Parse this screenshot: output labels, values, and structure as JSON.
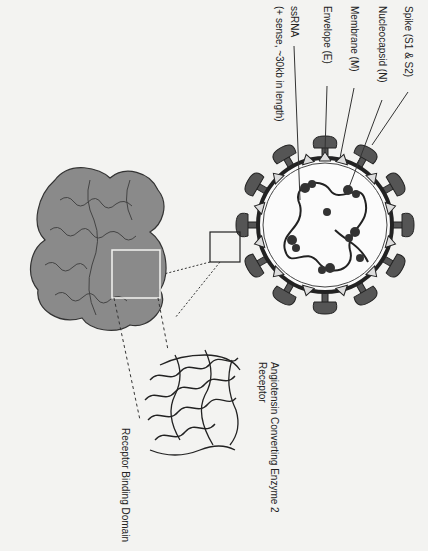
{
  "diagram": {
    "labels": [
      "Spike (S1 & S2)",
      "Nucleocapsid (N)",
      "Membrane (M)",
      "Envelope (E)",
      "ssRNA",
      "(+ sense, ~30kb in length)",
      "Receptor Binding Domain",
      "Angiotensin Converting Enzyme 2 Receptor"
    ]
  }
}
